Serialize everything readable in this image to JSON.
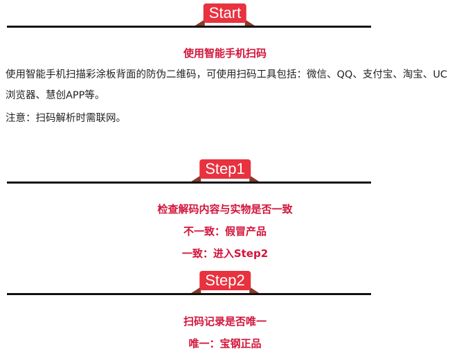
{
  "sections": [
    {
      "badge": "Start",
      "heading": "使用智能手机扫码",
      "paragraphs": [
        "使用智能手机扫描彩涂板背面的防伪二维码，可使用扫码工具包括：微信、QQ、支付宝、淘宝、UC浏览器、慧创APP等。",
        "注意：扫码解析时需联网。"
      ]
    },
    {
      "badge": "Step1",
      "lines": [
        "检查解码内容与实物是否一致",
        "不一致：假冒产品",
        "一致：进入Step2"
      ]
    },
    {
      "badge": "Step2",
      "lines": [
        "扫码记录是否唯一",
        "唯一：宝钢正品"
      ]
    }
  ],
  "colors": {
    "badge": "#e8323f",
    "heading": "#d2143a",
    "rule": "#111111"
  }
}
